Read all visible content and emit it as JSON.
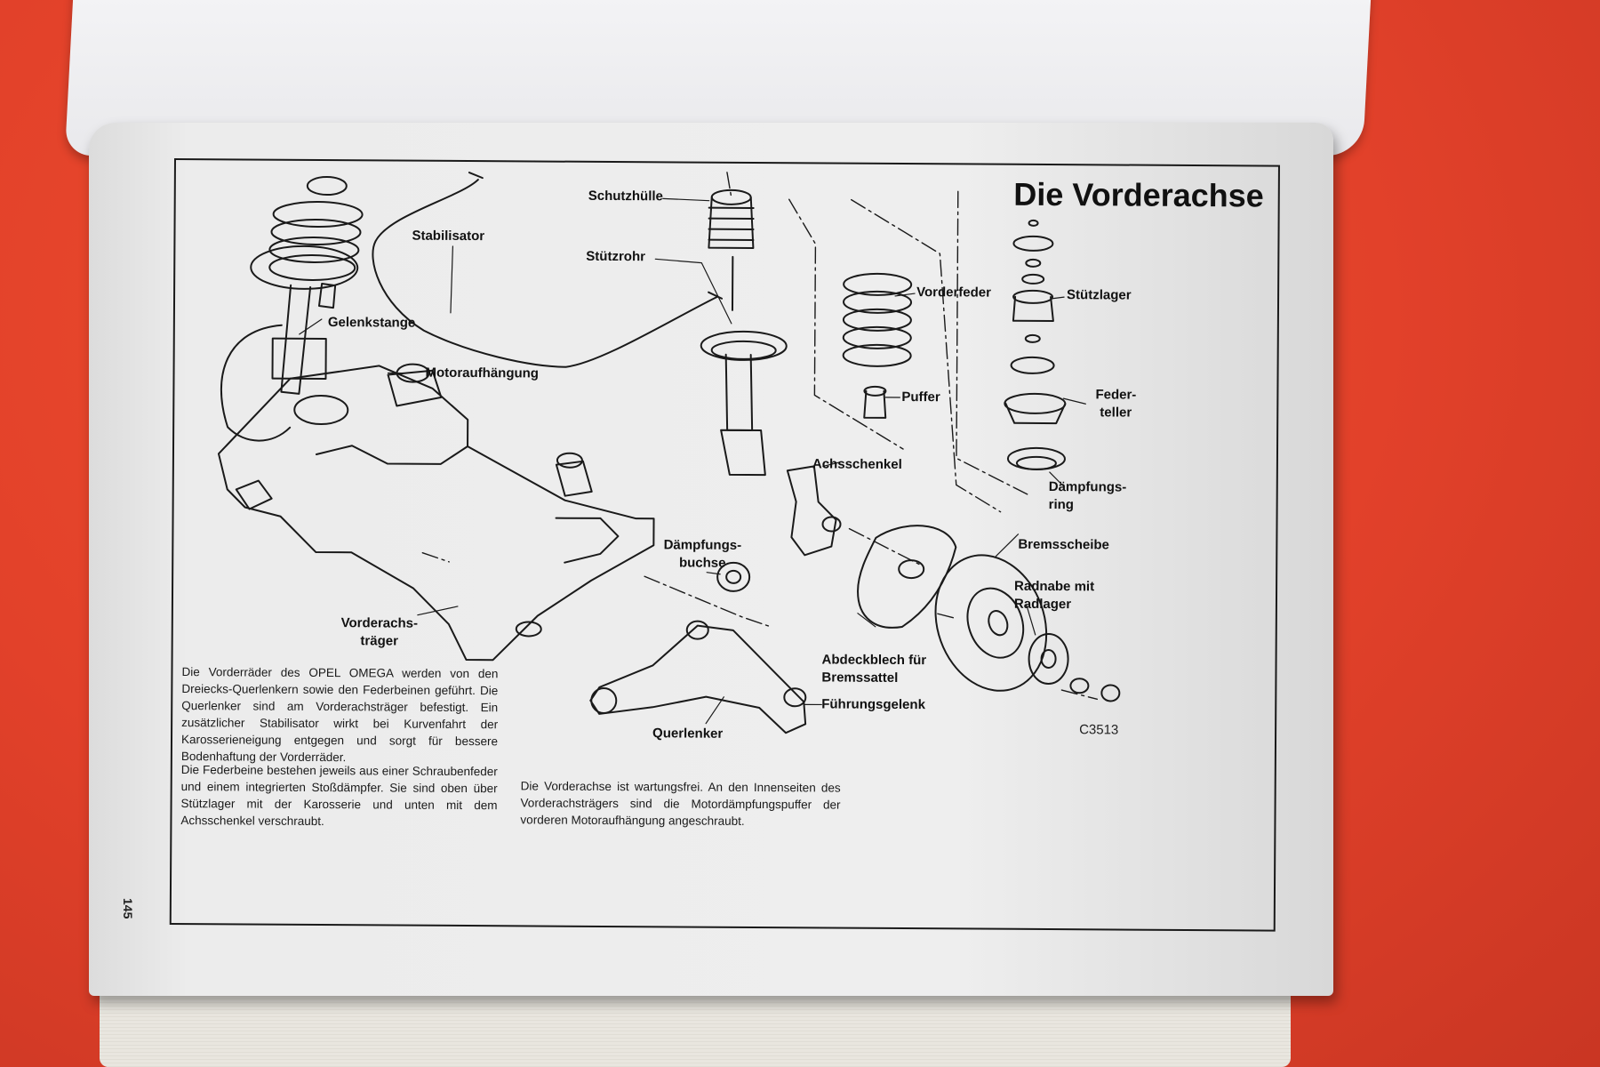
{
  "diagram": {
    "title": "Die Vorderachse",
    "figure_code": "C3513",
    "labels": {
      "schutzhuelle": "Schutzhülle",
      "stabilisator": "Stabilisator",
      "stuetzrohr": "Stützrohr",
      "gelenkstange": "Gelenkstange",
      "motoraufhaengung": "Motoraufhängung",
      "vorderfeder": "Vorderfeder",
      "stuetzlager": "Stützlager",
      "puffer": "Puffer",
      "federteller": "Feder-\nteller",
      "achsschenkel": "Achsschenkel",
      "daempfungsring": "Dämpfungs-\nring",
      "bremsscheibe": "Bremsscheibe",
      "daempfungsbuchse": "Dämpfungs-\nbuchse",
      "radnabe": "Radnabe mit\nRadlager",
      "vorderachstraeger": "Vorderachs-\nträger",
      "abdeckblech": "Abdeckblech für\nBremssattel",
      "fuehrungsgelenk": "Führungsgelenk",
      "querlenker": "Querlenker"
    }
  },
  "text": {
    "paragraph_1": "Die Vorderräder des OPEL OMEGA werden von den Dreiecks-Querlenkern sowie den Federbeinen geführt. Die Querlenker sind am Vorderachsträger befestigt. Ein zusätzlicher Stabilisator wirkt bei Kurvenfahrt der Karosserieneigung entgegen und sorgt für bessere Bodenhaftung der Vorderräder.",
    "paragraph_2": "Die Federbeine bestehen jeweils aus einer Schraubenfeder und einem integrierten Stoßdämpfer. Sie sind oben über Stützlager mit der Karosserie und unten mit dem Achsschenkel verschraubt.",
    "paragraph_3": "Die Vorderachse ist wartungsfrei. An den Innenseiten des Vorderachsträgers sind die Motordämpfungspuffer der vorderen Motoraufhängung angeschraubt."
  },
  "page_number": "145"
}
